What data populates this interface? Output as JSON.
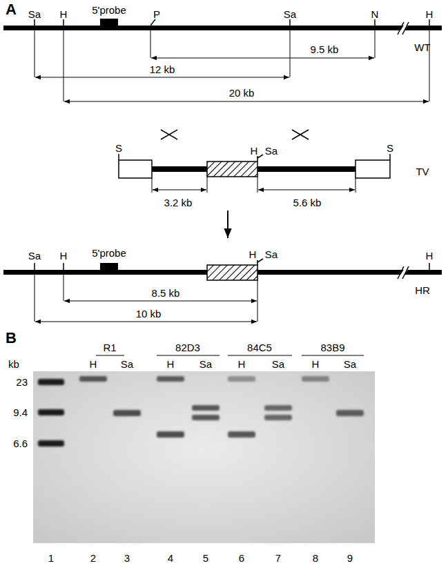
{
  "diagram": {
    "labels": [
      "A",
      "Sa",
      "H",
      "5'probe",
      "P",
      "Sa",
      "N",
      "H",
      "WT",
      "9.5 kb",
      "12 kb",
      "20 kb",
      "S",
      "H",
      "Sa",
      "S",
      "TV",
      "3.2 kb",
      "5.6 kb",
      "Sa",
      "H",
      "5'probe",
      "H",
      "Sa",
      "H",
      "HR",
      "8.5 kb",
      "10 kb",
      "B",
      "R1",
      "82D3",
      "84C5",
      "83B9",
      "kb",
      "H",
      "Sa",
      "H",
      "Sa",
      "H",
      "Sa",
      "H",
      "Sa",
      "23",
      "9.4",
      "6.6",
      "1",
      "2",
      "3",
      "4",
      "5",
      "6",
      "7",
      "8",
      "9"
    ]
  }
}
